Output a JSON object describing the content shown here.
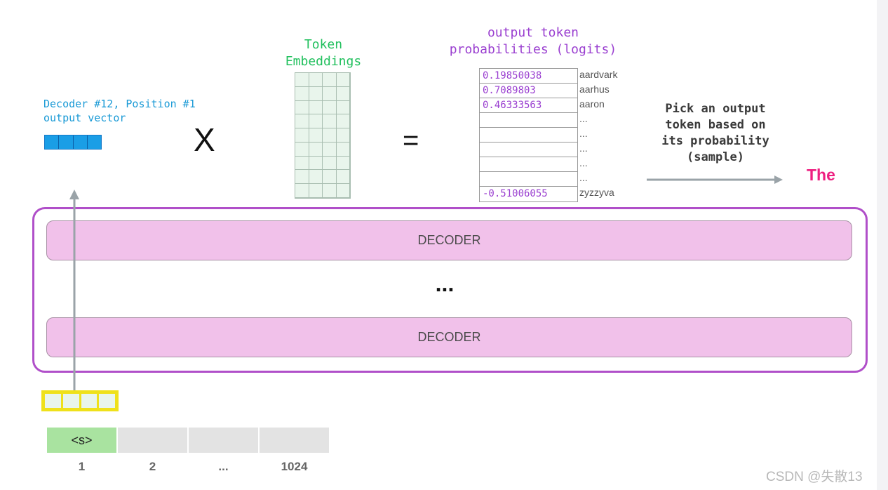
{
  "decoder_label": "Decoder #12, Position #1\noutput vector",
  "multiply_symbol": "X",
  "equals_symbol": "=",
  "embeddings_title": "Token\nEmbeddings",
  "logits_title": "output token\nprobabilities (logits)",
  "logits": [
    {
      "value": "0.19850038",
      "token": "aardvark"
    },
    {
      "value": "0.7089803",
      "token": "aarhus"
    },
    {
      "value": "0.46333563",
      "token": "aaron"
    },
    {
      "value": "",
      "token": "..."
    },
    {
      "value": "",
      "token": "..."
    },
    {
      "value": "",
      "token": "..."
    },
    {
      "value": "",
      "token": "..."
    },
    {
      "value": "",
      "token": "..."
    },
    {
      "value": "-0.51006055",
      "token": "zyzzyva"
    }
  ],
  "pick_text": "Pick an output\ntoken based on\nits probability\n(sample)",
  "output_word": "The",
  "decoders": [
    "DECODER",
    "DECODER"
  ],
  "stack_ellipsis": "...",
  "input_tokens": [
    "<s>",
    "",
    "",
    ""
  ],
  "positions": [
    "1",
    "2",
    "...",
    "1024"
  ],
  "watermark": "CSDN @失散13",
  "colors": {
    "output_vector": "#1a9ee6",
    "embeddings_title": "#22c05e",
    "logits_text": "#9a3fd0",
    "decoder_fill": "#f1c1ea",
    "stack_border": "#b04fc9",
    "input_vector_border": "#efe11b",
    "output_word": "#ee1e80",
    "active_token": "#a9e3a0"
  }
}
